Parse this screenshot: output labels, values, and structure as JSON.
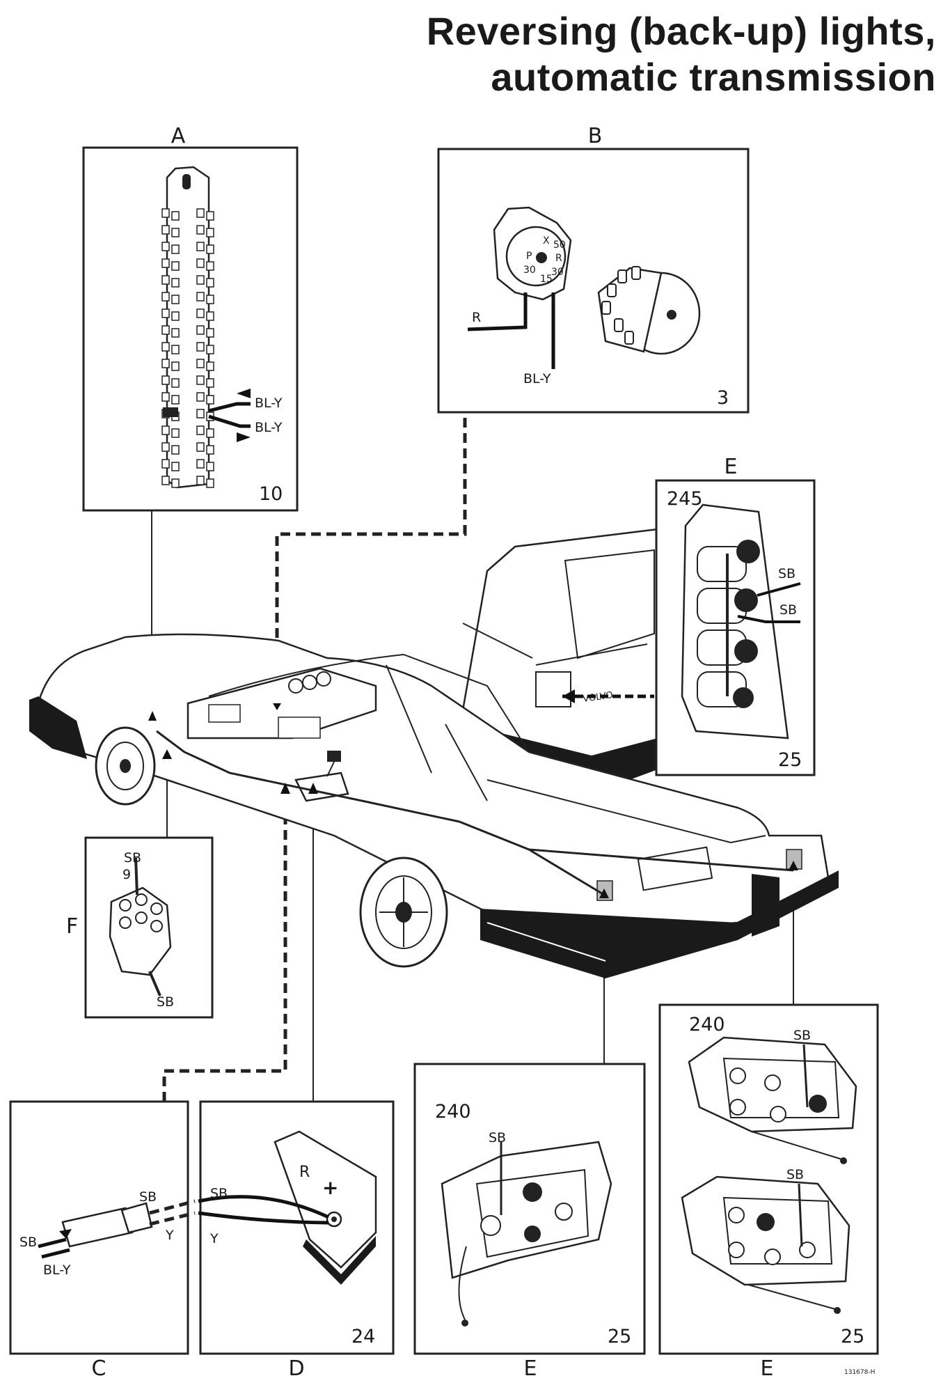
{
  "title": {
    "line1": "Reversing (back-up) lights,",
    "line2": "automatic transmission"
  },
  "panels": {
    "A": {
      "label": "A",
      "number": "10",
      "wire_top": "BL-Y",
      "wire_bottom": "BL-Y"
    },
    "B": {
      "label": "B",
      "number": "3",
      "wire_r": "R",
      "wire_bly": "BL-Y",
      "terminals": [
        "X",
        "50",
        "P",
        "R",
        "30",
        "15",
        "30"
      ]
    },
    "E_top": {
      "label": "E",
      "model": "245",
      "number": "25",
      "wire1": "SB",
      "wire2": "SB"
    },
    "F": {
      "label": "F",
      "wire_top": "SB",
      "pin": "9",
      "wire_bottom": "SB"
    },
    "C": {
      "label": "C",
      "wire_sb_left": "SB",
      "wire_bly": "BL-Y",
      "wire_sb_right": "SB",
      "wire_y": "Y"
    },
    "D": {
      "label": "D",
      "number": "24",
      "wire_sb": "SB",
      "wire_y": "Y",
      "mark_r": "R",
      "mark_plus": "+"
    },
    "E_mid": {
      "label": "E",
      "model": "240",
      "number": "25",
      "wire": "SB"
    },
    "E_right": {
      "label": "E",
      "model": "240",
      "number": "25",
      "wire1": "SB",
      "wire2": "SB"
    }
  },
  "car_badge": "VOLVO",
  "figure_code": "131678-H"
}
